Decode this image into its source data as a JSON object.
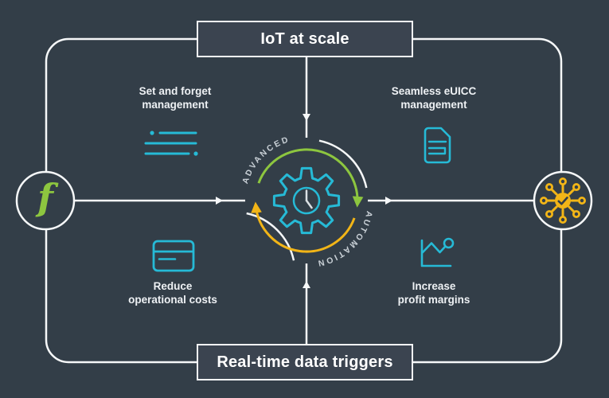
{
  "colors": {
    "background": "#333e48",
    "panel": "#3b4450",
    "line_white": "#f6f8f9",
    "cyan": "#26bad6",
    "green": "#8dc63f",
    "yellow": "#f2b517",
    "muted_text": "#c9d0d6"
  },
  "nodes": {
    "top_box": "IoT at scale",
    "bottom_box": "Real-time data triggers",
    "left_logo_letter": "f",
    "center_arc_top": "ADVANCED",
    "center_arc_bottom": "AUTOMATION"
  },
  "quadrants": [
    {
      "id": "top-left",
      "line1": "Set and forget",
      "line2": "management",
      "icon": "list-lines-icon"
    },
    {
      "id": "top-right",
      "line1": "Seamless eUICC",
      "line2": "management",
      "icon": "sim-card-icon"
    },
    {
      "id": "bottom-left",
      "line1": "Reduce",
      "line2": "operational costs",
      "icon": "credit-card-icon"
    },
    {
      "id": "bottom-right",
      "line1": "Increase",
      "line2": "profit margins",
      "icon": "line-chart-icon"
    }
  ]
}
